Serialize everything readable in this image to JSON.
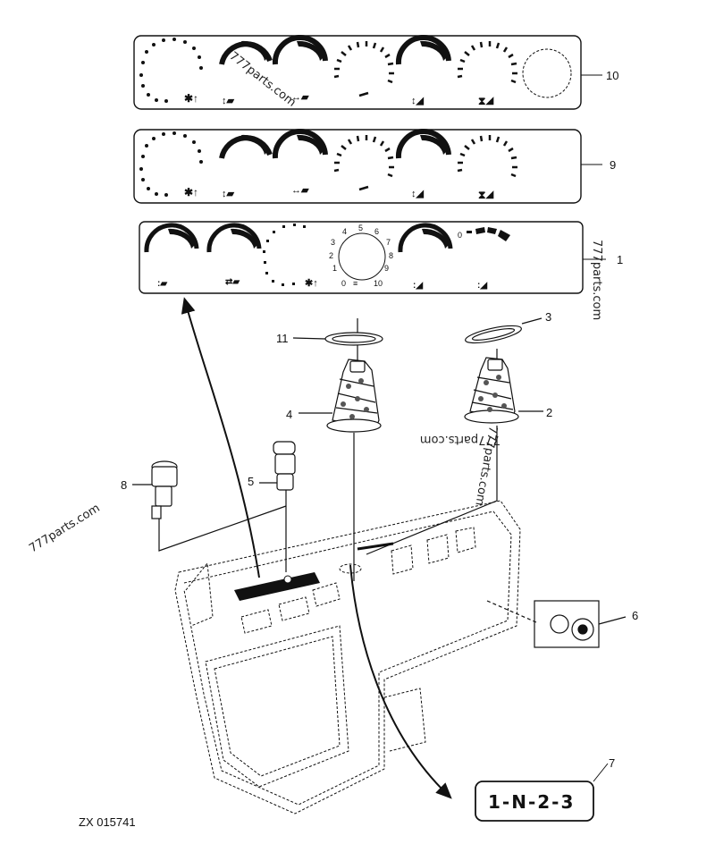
{
  "callouts": {
    "c1": "1",
    "c2": "2",
    "c3": "3",
    "c4": "4",
    "c5": "5",
    "c6": "6",
    "c7": "7",
    "c8": "8",
    "c9": "9",
    "c10": "10",
    "c11": "11"
  },
  "gear_label": "1-N-2-3",
  "reference_code": "ZX 015741",
  "watermarks": [
    "777parts.com",
    "777parts.com",
    "777parts.com",
    "777parts.com",
    "777parts.com"
  ],
  "dial_scale": [
    "0",
    "1",
    "2",
    "3",
    "4",
    "5",
    "6",
    "7",
    "8",
    "9",
    "10"
  ],
  "gauge_min_label": "0"
}
